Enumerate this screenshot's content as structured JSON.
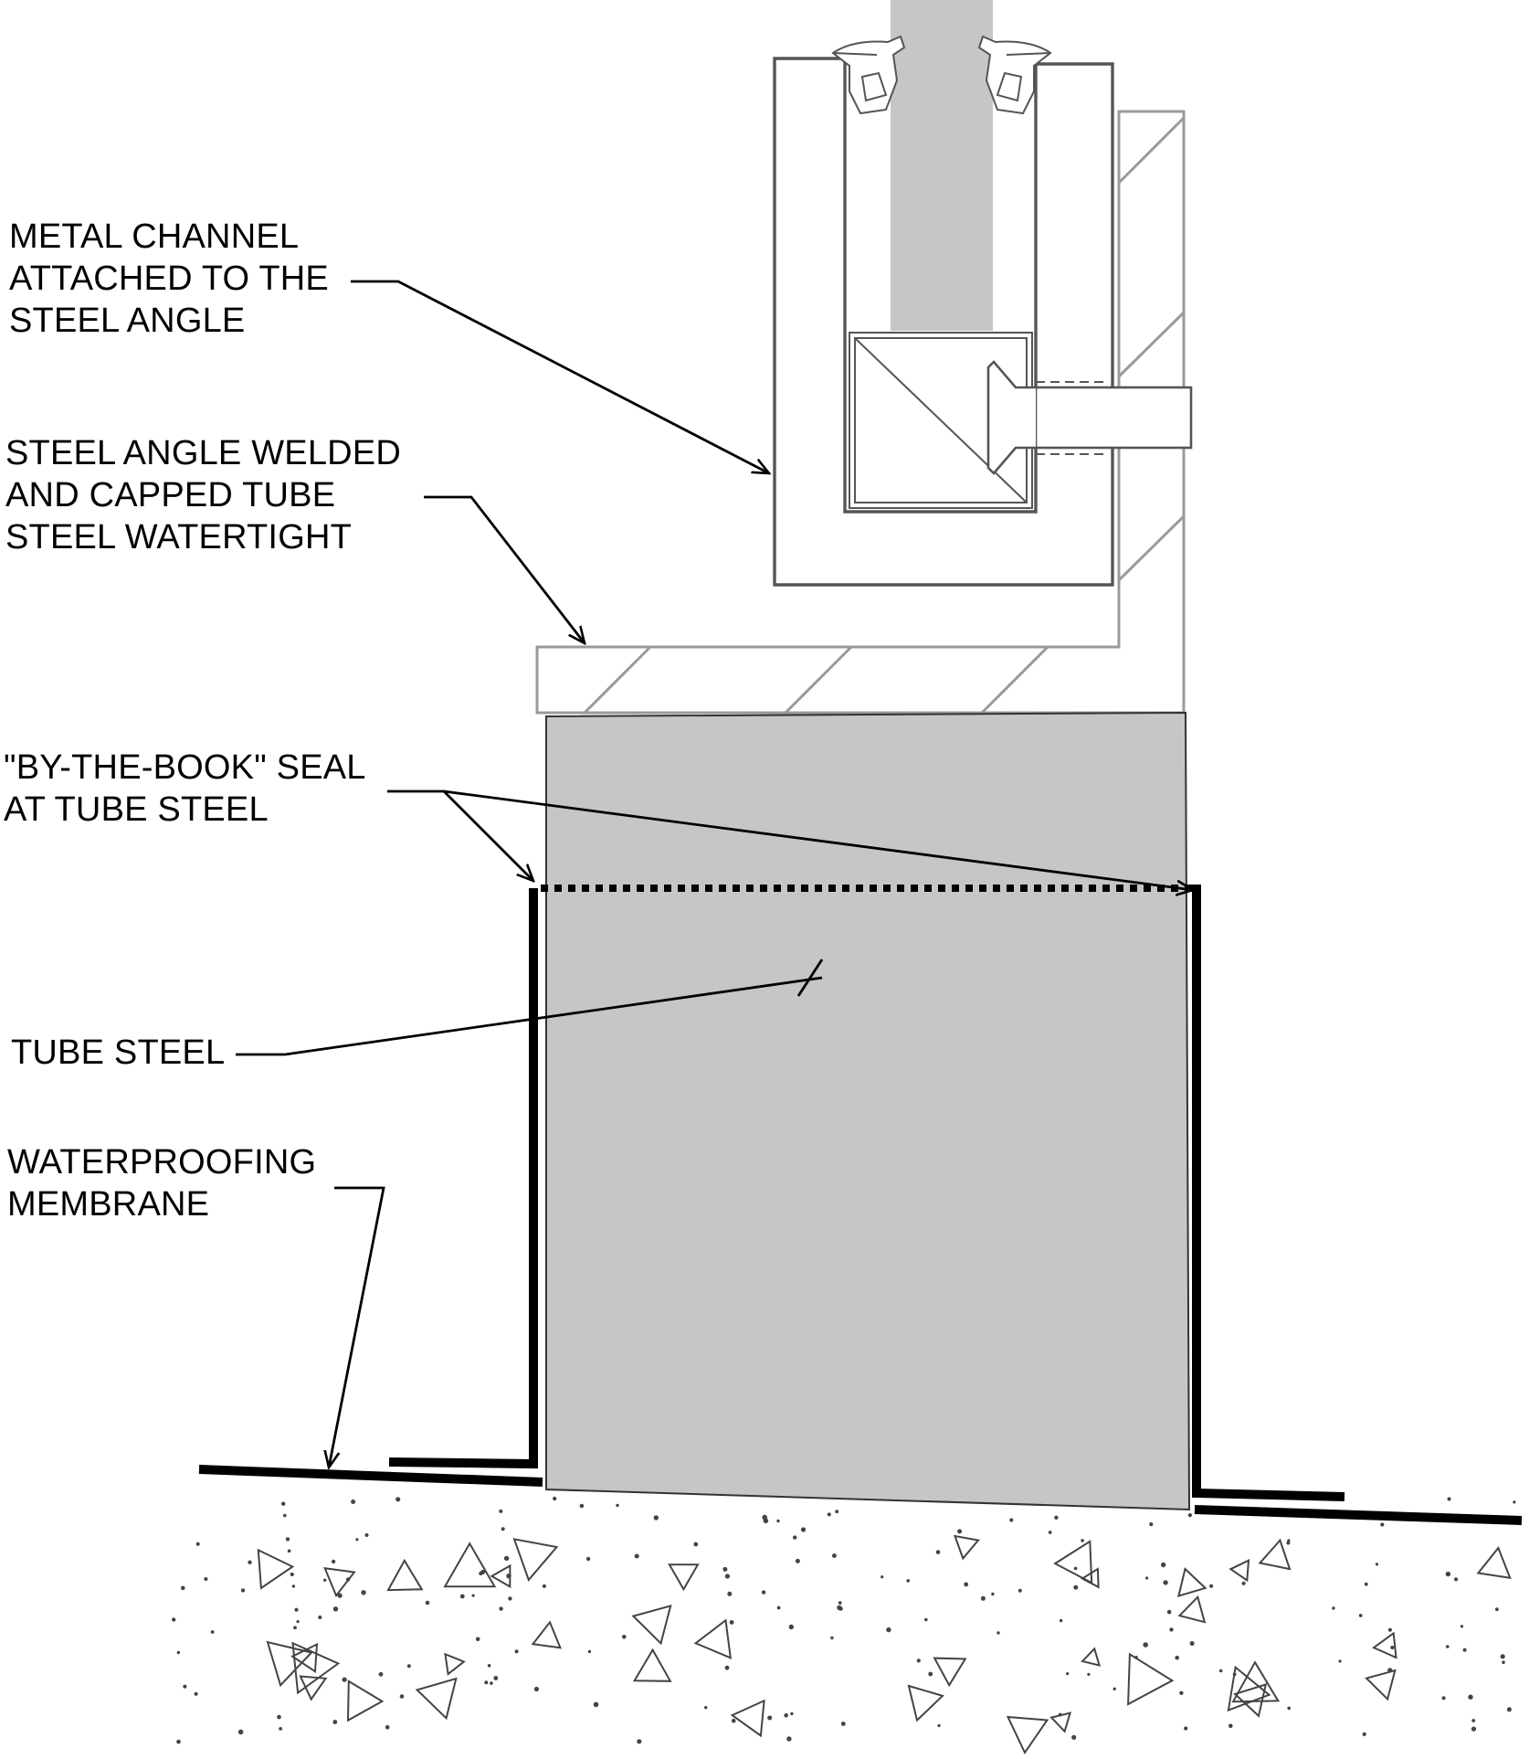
{
  "labels": {
    "metal_channel": [
      "METAL CHANNEL",
      "ATTACHED TO THE",
      "STEEL ANGLE"
    ],
    "steel_angle": [
      "STEEL ANGLE WELDED",
      "AND CAPPED TUBE",
      "STEEL WATERTIGHT"
    ],
    "seal": [
      "\"BY-THE-BOOK\" SEAL",
      "AT TUBE STEEL"
    ],
    "tube_steel": [
      "TUBE STEEL"
    ],
    "membrane": [
      "WATERPROOFING",
      "MEMBRANE"
    ]
  },
  "colors": {
    "tube_fill": "#c6c6c6",
    "glass_fill": "#c6c6c6",
    "angle_stroke": "#9a9a9a",
    "channel_stroke": "#555555",
    "ink": "#000000"
  }
}
